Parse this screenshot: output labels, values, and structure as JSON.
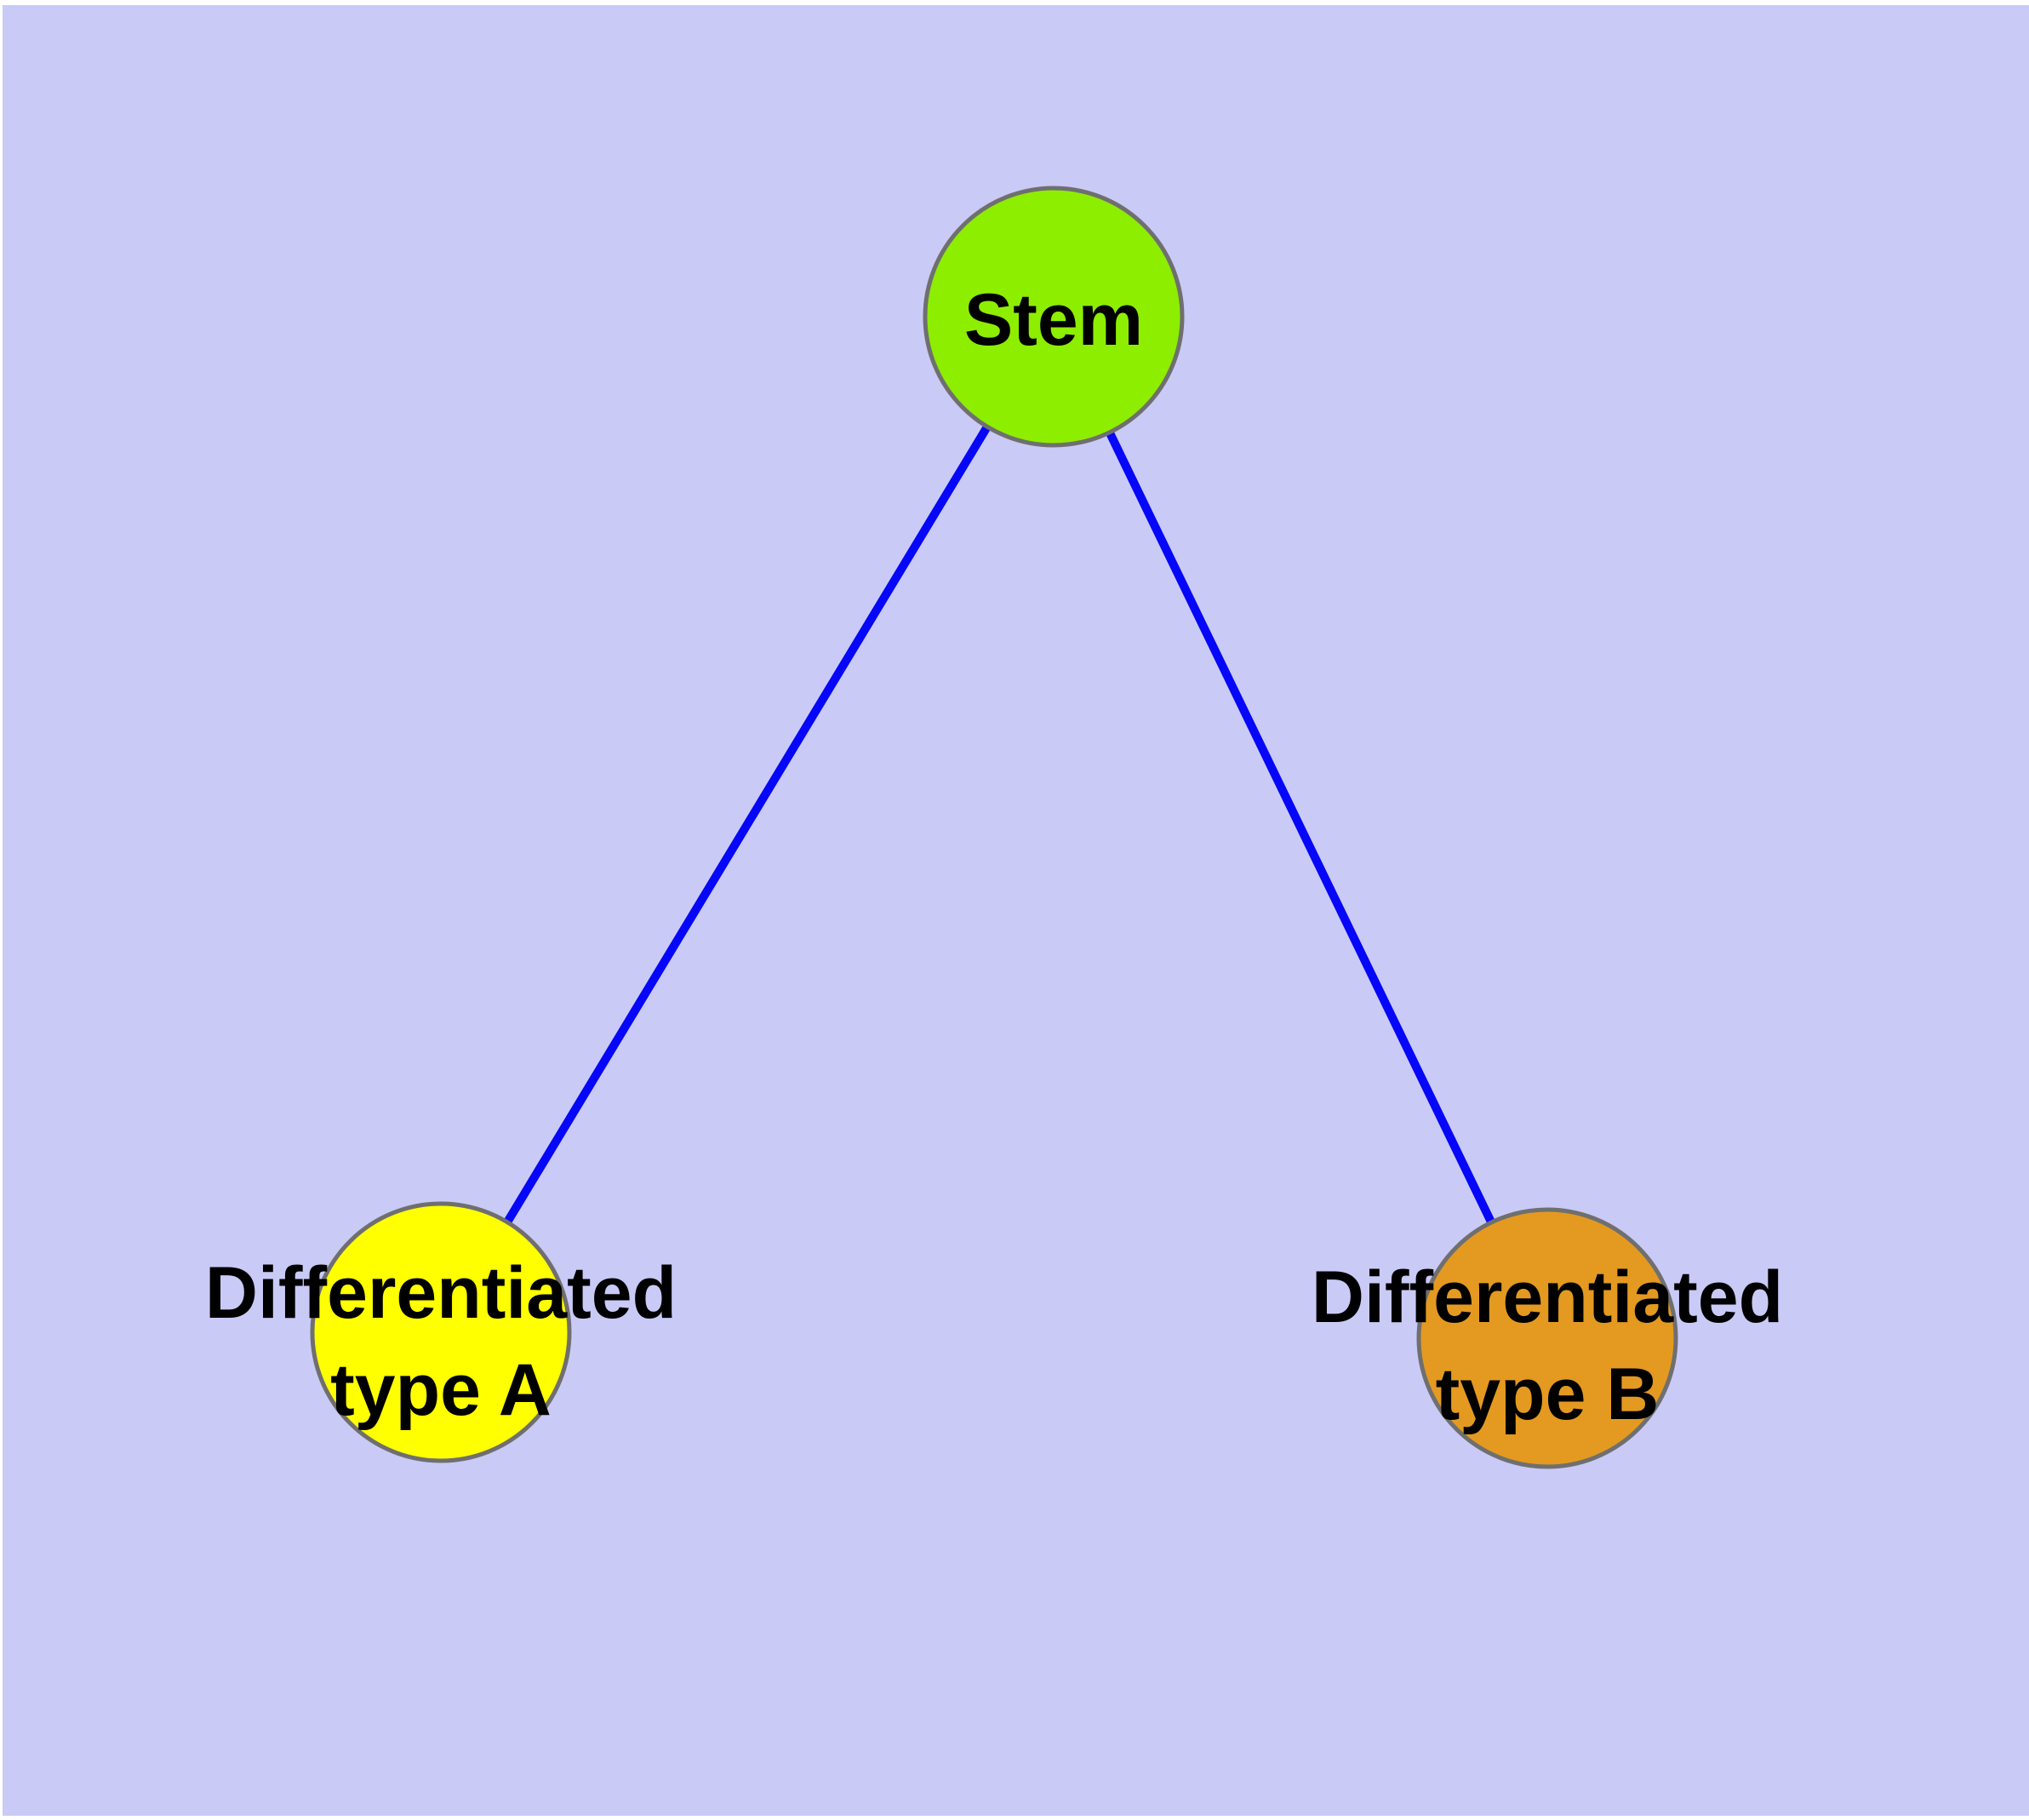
{
  "diagram": {
    "background_color": "#CACAF7",
    "nodes": [
      {
        "id": "stem",
        "label": "Stem",
        "lines": [
          "Stem"
        ],
        "fill": "#8DEE00",
        "border": "#6F6F6F",
        "label_color": "#000000"
      },
      {
        "id": "differentiated-type-a",
        "label": "Differentiated type A",
        "lines": [
          "Differentiated",
          "type A"
        ],
        "fill": "#FFFF00",
        "border": "#6F6F6F",
        "label_color": "#000000"
      },
      {
        "id": "differentiated-type-b",
        "label": "Differentiated type B",
        "lines": [
          "Differentiated",
          "type B"
        ],
        "fill": "#E49A20",
        "border": "#6F6F6F",
        "label_color": "#000000"
      }
    ],
    "edges": [
      {
        "from": "Stem",
        "to": "Differentiated type A",
        "color": "#0606F8"
      },
      {
        "from": "Stem",
        "to": "Differentiated type B",
        "color": "#0606F8"
      }
    ]
  }
}
